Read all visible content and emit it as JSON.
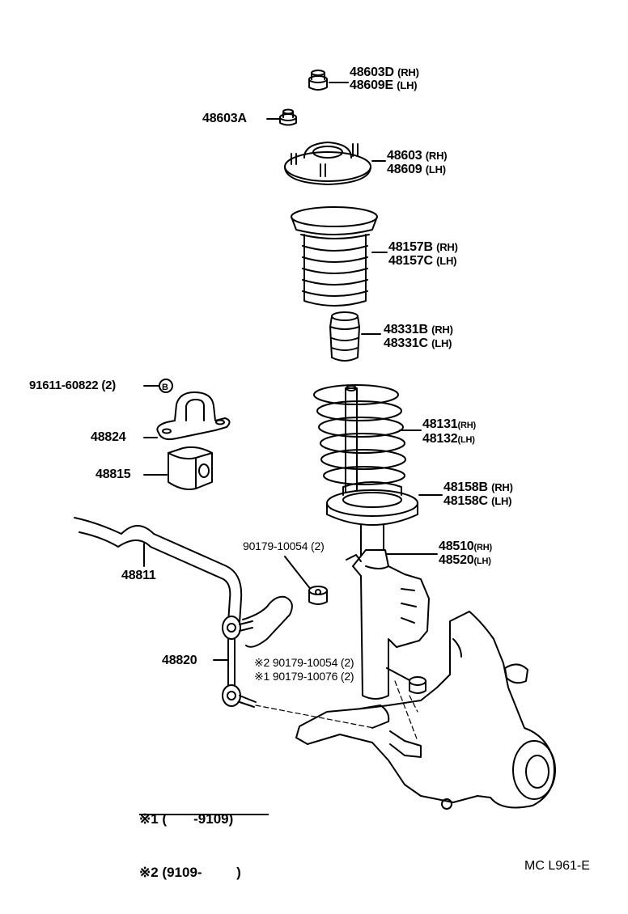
{
  "parts": {
    "p48603D": {
      "num": "48603D",
      "side": "(RH)"
    },
    "p48609E": {
      "num": "48609E",
      "side": "(LH)"
    },
    "p48603A": {
      "num": "48603A"
    },
    "p48603": {
      "num": "48603",
      "side": "(RH)"
    },
    "p48609": {
      "num": "48609",
      "side": "(LH)"
    },
    "p48157B": {
      "num": "48157B",
      "side": "(RH)"
    },
    "p48157C": {
      "num": "48157C",
      "side": "(LH)"
    },
    "p48331B": {
      "num": "48331B",
      "side": "(RH)"
    },
    "p48331C": {
      "num": "48331C",
      "side": "(LH)"
    },
    "p91611": {
      "num": "91611-60822",
      "qty": "(2)",
      "mark": "B"
    },
    "p48824": {
      "num": "48824"
    },
    "p48815": {
      "num": "48815"
    },
    "p48131": {
      "num": "48131",
      "side": "(RH)"
    },
    "p48132": {
      "num": "48132",
      "side": "(LH)"
    },
    "p48158B": {
      "num": "48158B",
      "side": "(RH)"
    },
    "p48158C": {
      "num": "48158C",
      "side": "(LH)"
    },
    "p90179a": {
      "num": "90179-10054",
      "qty": "(2)"
    },
    "p48510": {
      "num": "48510",
      "side": "(RH)"
    },
    "p48520": {
      "num": "48520",
      "side": "(LH)"
    },
    "p48811": {
      "num": "48811"
    },
    "p48820": {
      "num": "48820"
    },
    "p90179b": {
      "mark": "※2",
      "num": "90179-10054",
      "qty": "(2)"
    },
    "p90179c": {
      "mark": "※1",
      "num": "90179-10076",
      "qty": "(2)"
    }
  },
  "legend": {
    "line1": "※1 (       -9109)",
    "line2": "※2 (9109-         )"
  },
  "footer": {
    "code": "MC  L961-E"
  }
}
